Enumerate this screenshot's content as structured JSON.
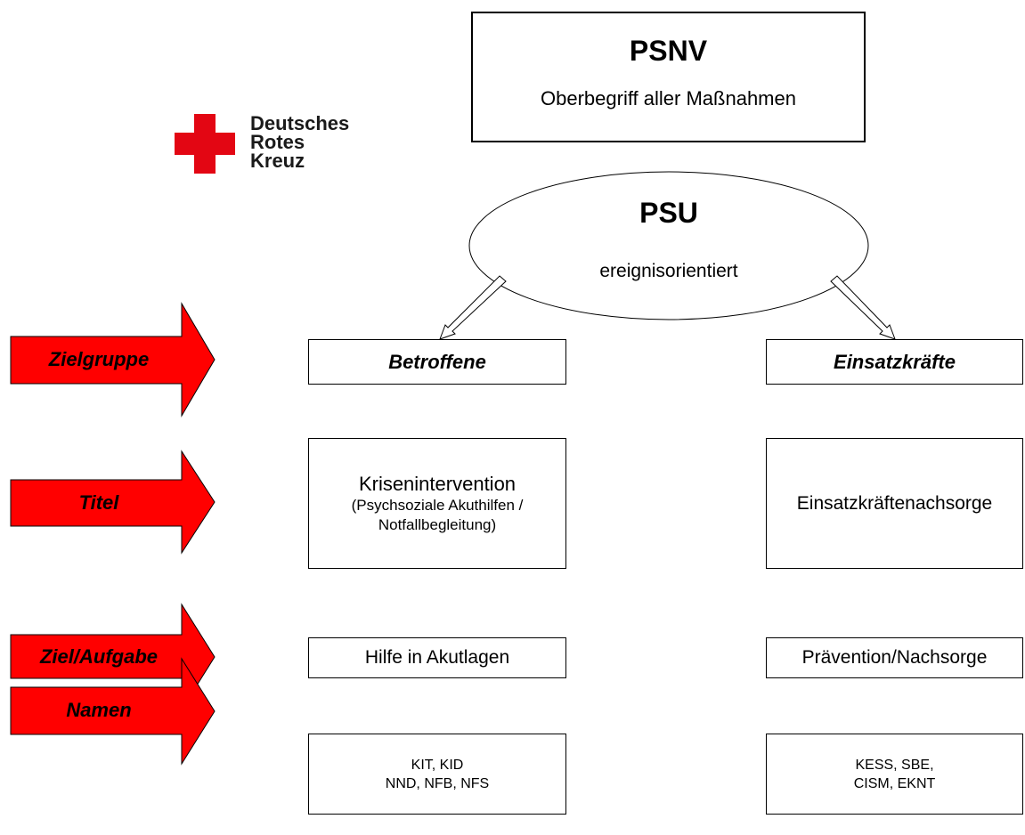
{
  "logo": {
    "lines": [
      "Deutsches",
      "Rotes",
      "Kreuz"
    ],
    "cross_color": "#e30613"
  },
  "psnv": {
    "title": "PSNV",
    "subtitle": "Oberbegriff aller Maßnahmen"
  },
  "psu": {
    "title": "PSU",
    "subtitle": "ereignisorientiert"
  },
  "arrows": {
    "color": "#ff0000",
    "labels": [
      "Zielgruppe",
      "Titel",
      "Ziel/Aufgabe",
      "Namen"
    ]
  },
  "left_column": {
    "zielgruppe": "Betroffene",
    "titel_main": "Krisenintervention",
    "titel_sub1": "(Psychsoziale Akuthilfen /",
    "titel_sub2": "Notfallbegleitung)",
    "aufgabe": "Hilfe in Akutlagen",
    "namen_line1": "KIT, KID",
    "namen_line2": "NND, NFB, NFS"
  },
  "right_column": {
    "zielgruppe": "Einsatzkräfte",
    "titel": "Einsatzkräftenachsorge",
    "aufgabe": "Prävention/Nachsorge",
    "namen_line1": "KESS, SBE,",
    "namen_line2": "CISM, EKNT"
  }
}
